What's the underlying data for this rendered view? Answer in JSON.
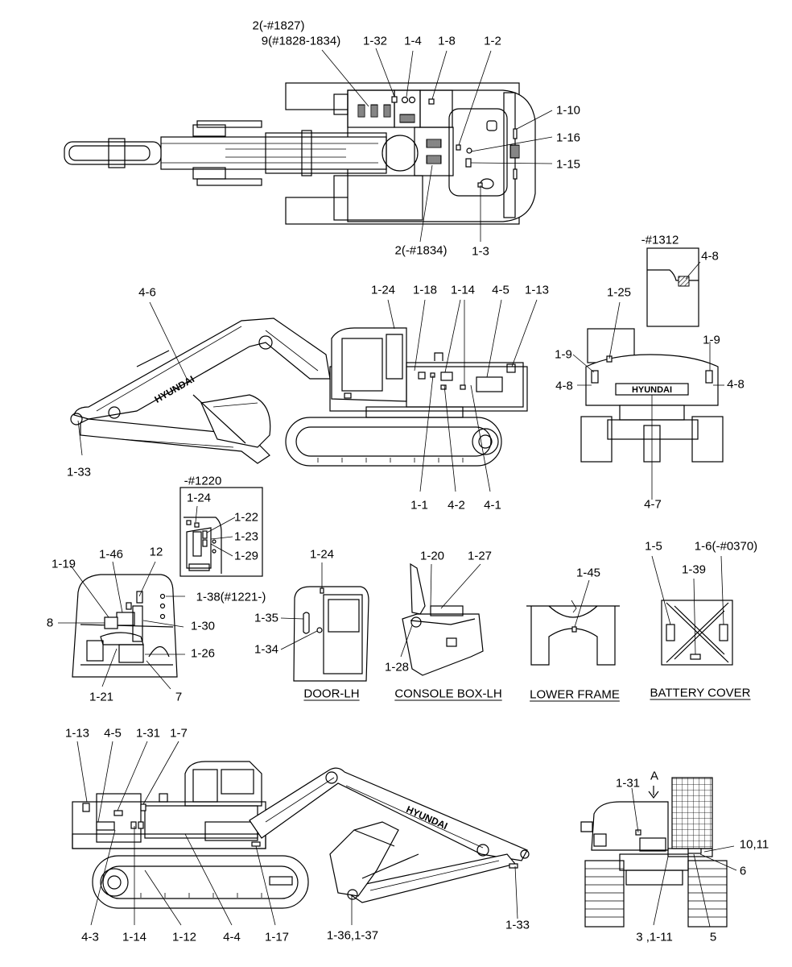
{
  "views": {
    "top": {
      "labels": [
        {
          "id": "2-1827",
          "text": "2(-#1827)"
        },
        {
          "id": "9-1828",
          "text": "9(#1828-1834)"
        },
        {
          "id": "1-32",
          "text": "1-32"
        },
        {
          "id": "1-4",
          "text": "1-4"
        },
        {
          "id": "1-8",
          "text": "1-8"
        },
        {
          "id": "1-2",
          "text": "1-2"
        },
        {
          "id": "1-10",
          "text": "1-10"
        },
        {
          "id": "1-16",
          "text": "1-16"
        },
        {
          "id": "1-15",
          "text": "1-15"
        },
        {
          "id": "2-1834",
          "text": "2(-#1834)"
        },
        {
          "id": "1-3",
          "text": "1-3"
        }
      ]
    },
    "side_lh": {
      "brand": "HYUNDAI",
      "labels": [
        {
          "id": "4-6",
          "text": "4-6"
        },
        {
          "id": "1-24a",
          "text": "1-24"
        },
        {
          "id": "1-18",
          "text": "1-18"
        },
        {
          "id": "1-14a",
          "text": "1-14"
        },
        {
          "id": "4-5a",
          "text": "4-5"
        },
        {
          "id": "1-13a",
          "text": "1-13"
        },
        {
          "id": "1-33a",
          "text": "1-33"
        },
        {
          "id": "1-1",
          "text": "1-1"
        },
        {
          "id": "4-2",
          "text": "4-2"
        },
        {
          "id": "4-1",
          "text": "4-1"
        }
      ]
    },
    "rear": {
      "brand": "HYUNDAI",
      "inset_title": "-#1312",
      "labels": [
        {
          "id": "4-8top",
          "text": "4-8"
        },
        {
          "id": "1-25",
          "text": "1-25"
        },
        {
          "id": "1-9l",
          "text": "1-9"
        },
        {
          "id": "1-9r",
          "text": "1-9"
        },
        {
          "id": "4-8l",
          "text": "4-8"
        },
        {
          "id": "4-8r",
          "text": "4-8"
        },
        {
          "id": "4-7",
          "text": "4-7"
        }
      ]
    },
    "cab_inset": {
      "title": "-#1220",
      "labels": [
        {
          "id": "1-24b",
          "text": "1-24"
        },
        {
          "id": "1-22",
          "text": "1-22"
        },
        {
          "id": "1-23",
          "text": "1-23"
        },
        {
          "id": "1-29",
          "text": "1-29"
        }
      ]
    },
    "cab_interior": {
      "labels": [
        {
          "id": "1-19",
          "text": "1-19"
        },
        {
          "id": "1-46",
          "text": "1-46"
        },
        {
          "id": "12",
          "text": "12"
        },
        {
          "id": "1-38",
          "text": "1-38(#1221-)"
        },
        {
          "id": "8",
          "text": "8"
        },
        {
          "id": "1-30",
          "text": "1-30"
        },
        {
          "id": "1-26",
          "text": "1-26"
        },
        {
          "id": "1-21",
          "text": "1-21"
        },
        {
          "id": "7",
          "text": "7"
        }
      ]
    },
    "door": {
      "title": "DOOR-LH",
      "labels": [
        {
          "id": "1-24c",
          "text": "1-24"
        },
        {
          "id": "1-35",
          "text": "1-35"
        },
        {
          "id": "1-34",
          "text": "1-34"
        }
      ]
    },
    "console": {
      "title": "CONSOLE BOX-LH",
      "labels": [
        {
          "id": "1-20",
          "text": "1-20"
        },
        {
          "id": "1-27",
          "text": "1-27"
        },
        {
          "id": "1-28",
          "text": "1-28"
        }
      ]
    },
    "lower_frame": {
      "title": "LOWER FRAME",
      "labels": [
        {
          "id": "1-45",
          "text": "1-45"
        }
      ]
    },
    "battery": {
      "title": "BATTERY COVER",
      "labels": [
        {
          "id": "1-5",
          "text": "1-5"
        },
        {
          "id": "1-6",
          "text": "1-6(-#0370)"
        },
        {
          "id": "1-39",
          "text": "1-39"
        }
      ]
    },
    "side_rh": {
      "brand": "HYUNDAI",
      "labels": [
        {
          "id": "1-13b",
          "text": "1-13"
        },
        {
          "id": "4-5b",
          "text": "4-5"
        },
        {
          "id": "1-31a",
          "text": "1-31"
        },
        {
          "id": "1-7",
          "text": "1-7"
        },
        {
          "id": "4-3",
          "text": "4-3"
        },
        {
          "id": "1-14b",
          "text": "1-14"
        },
        {
          "id": "1-12",
          "text": "1-12"
        },
        {
          "id": "4-4",
          "text": "4-4"
        },
        {
          "id": "1-17",
          "text": "1-17"
        },
        {
          "id": "1-36",
          "text": "1-36,1-37"
        },
        {
          "id": "1-33b",
          "text": "1-33"
        }
      ]
    },
    "front": {
      "labels": [
        {
          "id": "A",
          "text": "A"
        },
        {
          "id": "1-31b",
          "text": "1-31"
        },
        {
          "id": "10-11",
          "text": "10,11"
        },
        {
          "id": "6",
          "text": "6"
        },
        {
          "id": "3-1-11",
          "text": "3 ,1-11"
        },
        {
          "id": "5",
          "text": "5"
        }
      ]
    }
  }
}
